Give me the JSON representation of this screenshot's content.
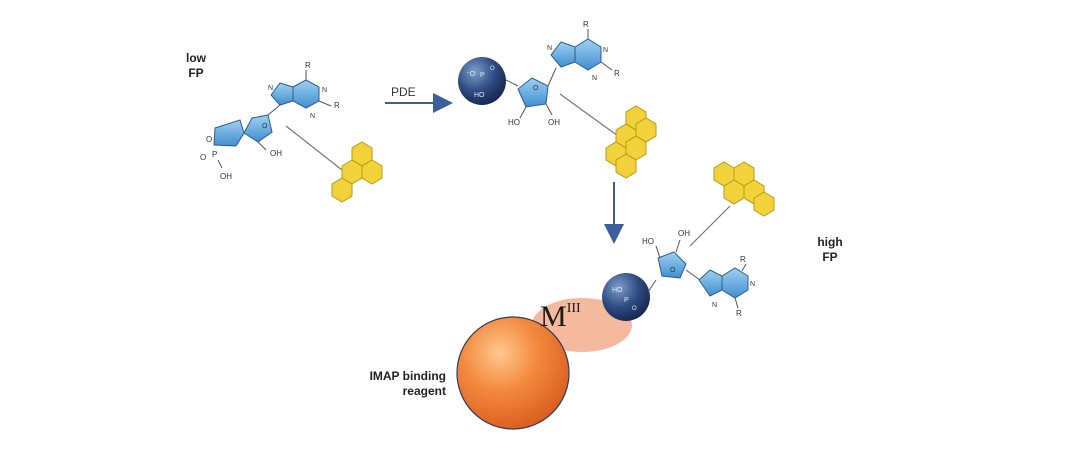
{
  "labels": {
    "low_fp_line1": "low",
    "low_fp_line2": "FP",
    "high_fp_line1": "high",
    "high_fp_line2": "FP",
    "pde": "PDE",
    "metal_main": "M",
    "metal_sup": "III",
    "reagent_line1": "IMAP binding",
    "reagent_line2": "reagent"
  },
  "atoms": {
    "r": "R",
    "n": "N",
    "oh": "OH",
    "ho": "HO",
    "o": "O",
    "p": "P",
    "neg_o": "⁻O"
  },
  "colors": {
    "base_blue": "#5aa6dc",
    "sugar_blue": "#6fb4e6",
    "phosphate_navy": "#243f73",
    "fluor_yellow": "#f2d23a",
    "bead_orange": "#f07a32",
    "halo_salmon": "#f4b394",
    "arrow_blue": "#3b5f98"
  }
}
